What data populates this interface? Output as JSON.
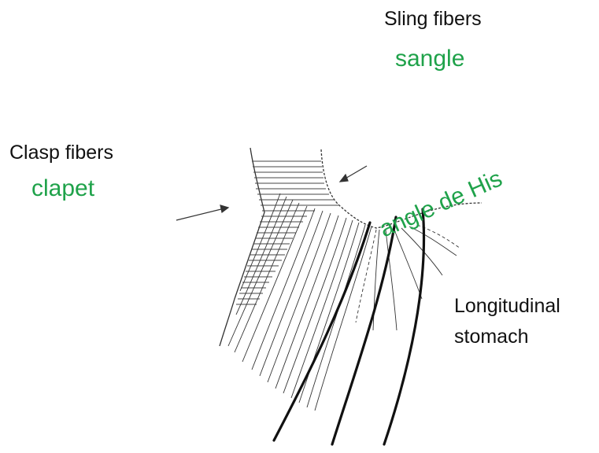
{
  "labels": {
    "sling_en": "Sling fibers",
    "sling_fr": "sangle",
    "clasp_en": "Clasp fibers",
    "clasp_fr": "clapet",
    "angle_his": "angle de His",
    "longitudinal_line1": "Longitudinal",
    "longitudinal_line2": "stomach"
  },
  "colors": {
    "english_labels": "#111111",
    "french_labels": "#1fa24a",
    "drawing_lines": "#222222"
  }
}
